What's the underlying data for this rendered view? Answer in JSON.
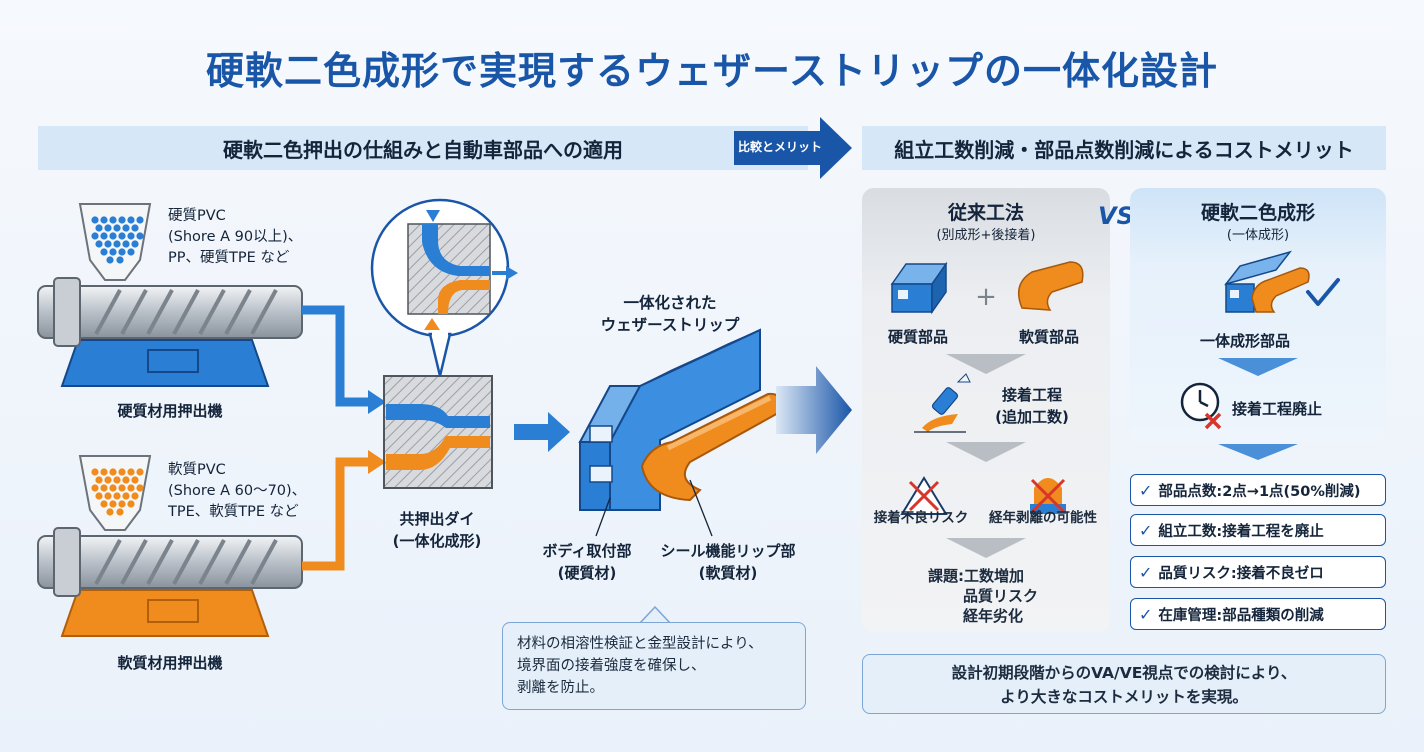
{
  "title": "硬軟二色成形で実現するウェザーストリップの一体化設計",
  "left_header": "硬軟二色押出の仕組みと自動車部品への適用",
  "compare_arrow_label": "比較とメリット",
  "right_header": "組立工数削減・部品点数削減によるコストメリット",
  "hard_extruder": {
    "material_lines": [
      "硬質PVC",
      "(Shore A 90以上)、",
      "PP、硬質TPE など"
    ],
    "label": "硬質材用押出機"
  },
  "soft_extruder": {
    "material_lines": [
      "軟質PVC",
      "(Shore A 60〜70)、",
      "TPE、軟質TPE など"
    ],
    "label": "軟質材用押出機"
  },
  "die_label_lines": [
    "共押出ダイ",
    "(一体化成形)"
  ],
  "product_label_lines": [
    "一体化された",
    "ウェザーストリップ"
  ],
  "body_part_lines": [
    "ボディ取付部",
    "(硬質材)"
  ],
  "seal_part_lines": [
    "シール機能リップ部",
    "(軟質材)"
  ],
  "left_note_lines": [
    "材料の相溶性検証と金型設計により、",
    "境界面の接着強度を確保し、",
    "剥離を防止。"
  ],
  "vs": "VS",
  "conventional": {
    "title": "従来工法",
    "subtitle": "(別成形+後接着)",
    "hard_part": "硬質部品",
    "plus": "+",
    "soft_part": "軟質部品",
    "bonding_lines": [
      "接着工程",
      "(追加工数)"
    ],
    "risk1": "接着不良リスク",
    "risk2": "経年剥離の可能性",
    "issues_lines": [
      "課題:工数増加",
      "品質リスク",
      "経年劣化"
    ]
  },
  "two_shot": {
    "title": "硬軟二色成形",
    "subtitle": "(一体成形)",
    "part": "一体成形部品",
    "result": "接着工程廃止"
  },
  "benefits": [
    "部品点数:2点→1点(50%削減)",
    "組立工数:接着工程を廃止",
    "品質リスク:接着不良ゼロ",
    "在庫管理:部品種類の削減"
  ],
  "right_note_lines": [
    "設計初期段階からのVA/VE視点での検討により、",
    "より大きなコストメリットを実現。"
  ],
  "colors": {
    "accent_blue": "#1a56a8",
    "hard_blue": "#2a7fd4",
    "soft_orange": "#f08c1e",
    "band": "#d6e8f7"
  }
}
